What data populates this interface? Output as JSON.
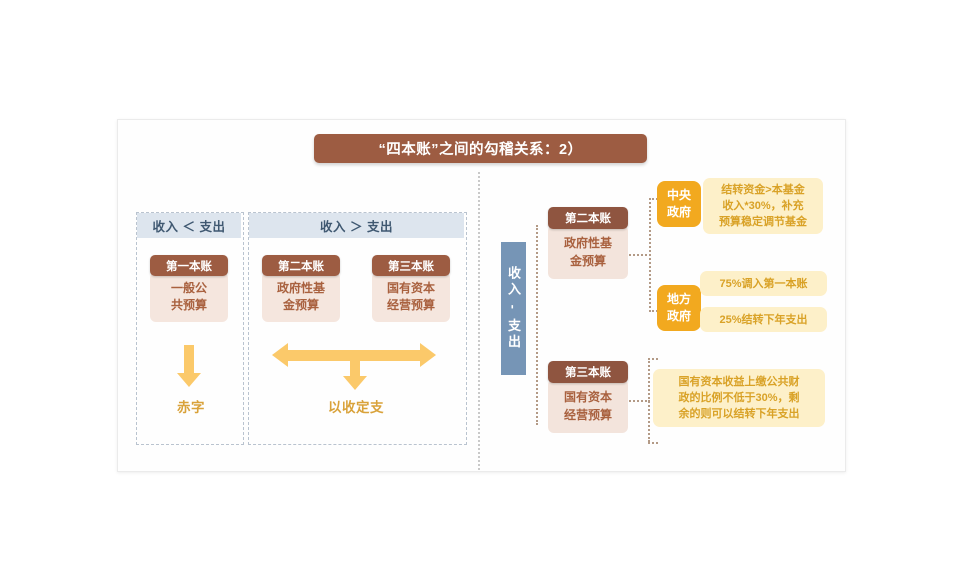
{
  "title": {
    "text": "“四本账”之间的勾稽关系：2）"
  },
  "colors": {
    "brand_brown": "#9d5c42",
    "card_pink": "#f5e6de",
    "accent_gold": "#fbc96a",
    "gov_orange": "#f2a91f",
    "note_yellow": "#fdf0c9",
    "panel_head_blue": "#dde5ee",
    "vbar_blue": "#7695b6",
    "label_gold": "#d9a23a"
  },
  "left": {
    "panel_a": {
      "header": "收入 ＜ 支出",
      "account": {
        "label": "第一本账",
        "line1": "一般公",
        "line2": "共预算"
      },
      "outcome": "赤字"
    },
    "panel_b": {
      "header": "收入 ＞ 支出",
      "account_2": {
        "label": "第二本账",
        "line1": "政府性基",
        "line2": "金预算"
      },
      "account_3": {
        "label": "第三本账",
        "line1": "国有资本",
        "line2": "经营预算"
      },
      "outcome": "以收定支"
    }
  },
  "center": {
    "vertical_label": "收入 - 支出"
  },
  "right": {
    "account_2": {
      "label": "第二本账",
      "line1": "政府性基",
      "line2": "金预算",
      "branches": [
        {
          "badge_line1": "中央",
          "badge_line2": "政府",
          "note_line1": "结转资金>本基金",
          "note_line2": "收入*30%，补充",
          "note_line3": "预算稳定调节基金"
        },
        {
          "badge_line1": "地方",
          "badge_line2": "政府",
          "note_1": "75%调入第一本账",
          "note_2": "25%结转下年支出"
        }
      ]
    },
    "account_3": {
      "label": "第三本账",
      "line1": "国有资本",
      "line2": "经营预算",
      "note_line1": "国有资本收益上缴公共财",
      "note_line2": "政的比例不低于30%，剩",
      "note_line3": "余的则可以结转下年支出"
    }
  }
}
